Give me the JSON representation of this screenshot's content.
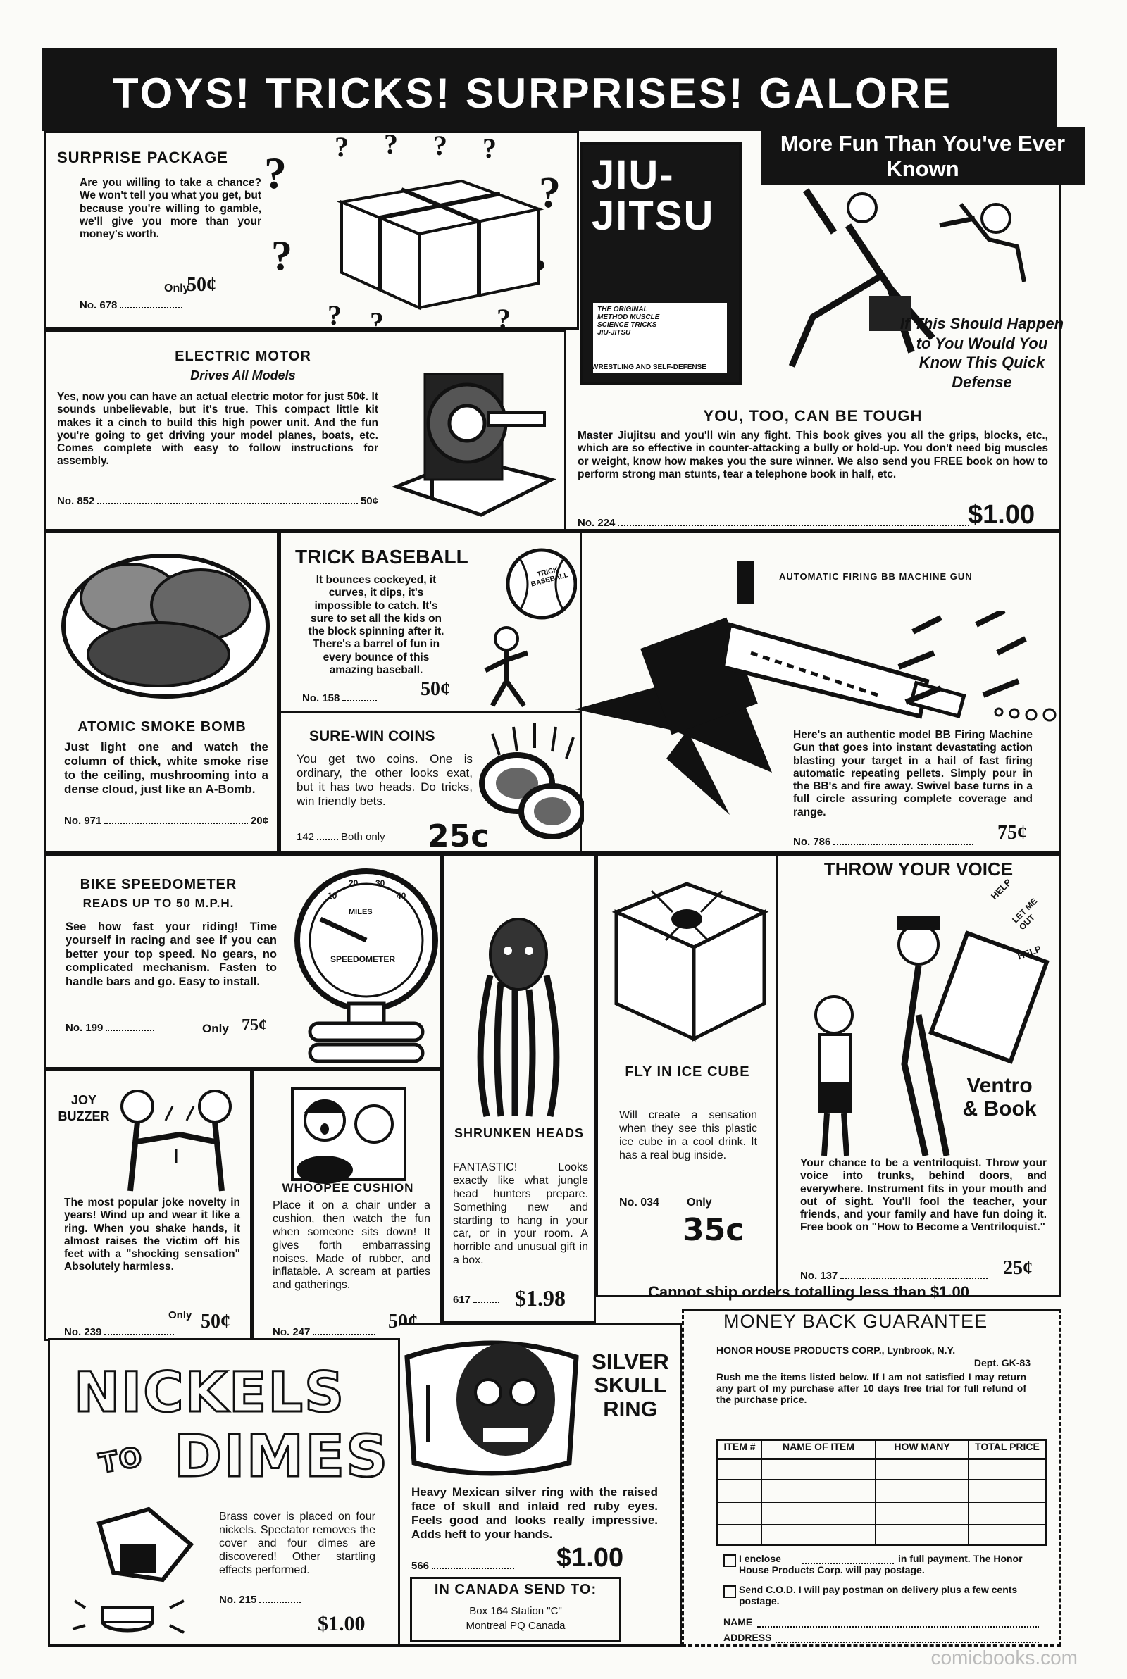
{
  "banner": {
    "title": "TOYS! TRICKS! SURPRISES! GALORE",
    "tagline": "More Fun Than You've Ever Known"
  },
  "surprise": {
    "title": "SURPRISE PACKAGE",
    "body": "Are you willing to take a chance? We won't tell you what you get, but because you're willing to gamble, we'll give you more than your money's worth.",
    "only": "Only",
    "price": "50¢",
    "no": "No. 678"
  },
  "jiujitsu": {
    "cover_title": "JIU-JITSU",
    "cover_lines": "THE ORIGINAL METHOD MUSCLE SCIENCE TRICKS JIU-JITSU",
    "cover_footer": "WRESTLING AND SELF-DEFENSE",
    "defense": "If This Should Happen to You Would You Know This Quick Defense",
    "headline": "YOU, TOO, CAN BE TOUGH",
    "body": "Master Jiujitsu and you'll win any fight. This book gives you all the grips, blocks, etc., which are so effective in counter-attacking a bully or hold-up. You don't need big muscles or weight, know how makes you the sure winner. We also send you FREE book on how to perform strong man stunts, tear a telephone book in half, etc.",
    "no": "No. 224",
    "price": "$1.00"
  },
  "motor": {
    "title": "ELECTRIC MOTOR",
    "subtitle": "Drives All Models",
    "body": "Yes, now you can have an actual electric motor for just 50¢. It sounds unbelievable, but it's true. This compact little kit makes it a cinch to build this high power unit. And the fun you're going to get driving your model planes, boats, etc. Comes complete with easy to follow instructions for assembly.",
    "no": "No. 852",
    "price": "50¢"
  },
  "smoke": {
    "title": "ATOMIC SMOKE BOMB",
    "body": "Just light one and watch the column of thick, white smoke rise to the ceiling, mushrooming into a dense cloud, just like an A-Bomb.",
    "no": "No. 971",
    "price": "20¢"
  },
  "baseball": {
    "title": "TRICK BASEBALL",
    "body": "It bounces cockeyed, it curves, it dips, it's impossible to catch. It's sure to set all the kids on the block spinning after it. There's a barrel of fun in every bounce of this amazing baseball.",
    "no": "No. 158",
    "price": "50¢",
    "ball_text": "TRICK BASEBALL"
  },
  "coins": {
    "title": "SURE-WIN COINS",
    "body": "You get two coins. One is ordinary, the other looks exat, but it has two heads. Do tricks, win friendly bets.",
    "no": "142",
    "both": "Both only",
    "price": "25c"
  },
  "gun": {
    "title": "AUTOMATIC FIRING BB MACHINE GUN",
    "body": "Here's an authentic model BB Firing Machine Gun that goes into instant devastating action blasting your target in a hail of fast firing automatic repeating pellets. Simply pour in the BB's and fire away. Swivel base turns in a full circle assuring complete coverage and range.",
    "no": "No. 786",
    "price": "75¢"
  },
  "voice": {
    "title": "THROW YOUR VOICE",
    "ventro": "Ventro & Book",
    "help1": "HELP",
    "help2": "LET ME OUT",
    "help3": "HELP",
    "body": "Your chance to be a ventriloquist. Throw your voice into trunks, behind doors, and everywhere. Instrument fits in your mouth and out of sight. You'll fool the teacher, your friends, and your family and have fun doing it. Free book on \"How to Become a Ventriloquist.\"",
    "no": "No. 137",
    "price": "25¢"
  },
  "speedo": {
    "title": "BIKE SPEEDOMETER",
    "subtitle": "READS UP TO 50 M.P.H.",
    "body": "See how fast your riding! Time yourself in racing and see if you can better your top speed. No gears, no complicated mechanism. Fasten to handle bars and go. Easy to install.",
    "no": "No. 199",
    "only": "Only",
    "price": "75¢",
    "dial_label": "SPEEDOMETER",
    "dial_miles": "MILES",
    "ticks": [
      "10",
      "20",
      "30",
      "40"
    ]
  },
  "heads": {
    "title": "SHRUNKEN HEADS",
    "body": "FANTASTIC! Looks exactly like what jungle head hunters prepare. Something new and startling to hang in your car, or in your room. A horrible and unusual gift in a box.",
    "no": "617",
    "price": "$1.98"
  },
  "icecube": {
    "title": "FLY IN ICE CUBE",
    "body": "Will create a sensation when they see this plastic ice cube in a cool drink. It has a real bug inside.",
    "no": "No. 034",
    "only": "Only",
    "price": "35c"
  },
  "buzzer": {
    "title": "JOY BUZZER",
    "body": "The most popular joke novelty in years! Wind up and wear it like a ring. When you shake hands, it almost raises the victim off his feet with a \"shocking sensation\" Absolutely harmless.",
    "only": "Only",
    "no": "No. 239",
    "price": "50¢"
  },
  "whoopee": {
    "title": "WHOOPEE CUSHION",
    "body": "Place it on a chair under a cushion, then watch the fun when someone sits down! It gives forth embarrassing noises. Made of rubber, and inflatable. A scream at parties and gatherings.",
    "no": "No. 247",
    "price": "50¢"
  },
  "notice": "Cannot ship orders totalling less than $1.00",
  "nickels": {
    "line1": "NICKELS",
    "to": "TO",
    "line2": "DIMES",
    "body": "Brass cover is placed on four nickels. Spectator removes the cover and four dimes are discovered! Other startling effects performed.",
    "no": "No. 215",
    "price": "$1.00"
  },
  "ring": {
    "title": "SILVER SKULL RING",
    "body": "Heavy Mexican silver ring with the raised face of skull and inlaid red ruby eyes. Feels good and looks really impressive. Adds heft to your hands.",
    "no": "566",
    "price": "$1.00",
    "canada_title": "IN CANADA SEND TO:",
    "canada_line1": "Box 164 Station \"C\"",
    "canada_line2": "Montreal PQ Canada"
  },
  "order": {
    "title": "MONEY BACK GUARANTEE",
    "company": "HONOR HOUSE PRODUCTS CORP., Lynbrook, N.Y.",
    "dept": "Dept. GK-83",
    "body": "Rush me the items listed below. If I am not satisfied I may return any part of my purchase after 10 days free trial for full refund of the purchase price.",
    "columns": [
      "ITEM #",
      "NAME OF ITEM",
      "HOW MANY",
      "TOTAL PRICE"
    ],
    "enclose_a": "I enclose",
    "enclose_b": "in full payment. The Honor House Products Corp. will pay postage.",
    "cod": "Send C.O.D. I will pay postman on delivery plus a few cents postage.",
    "name_label": "NAME",
    "address_label": "ADDRESS"
  },
  "watermark": "comicbooks.com"
}
